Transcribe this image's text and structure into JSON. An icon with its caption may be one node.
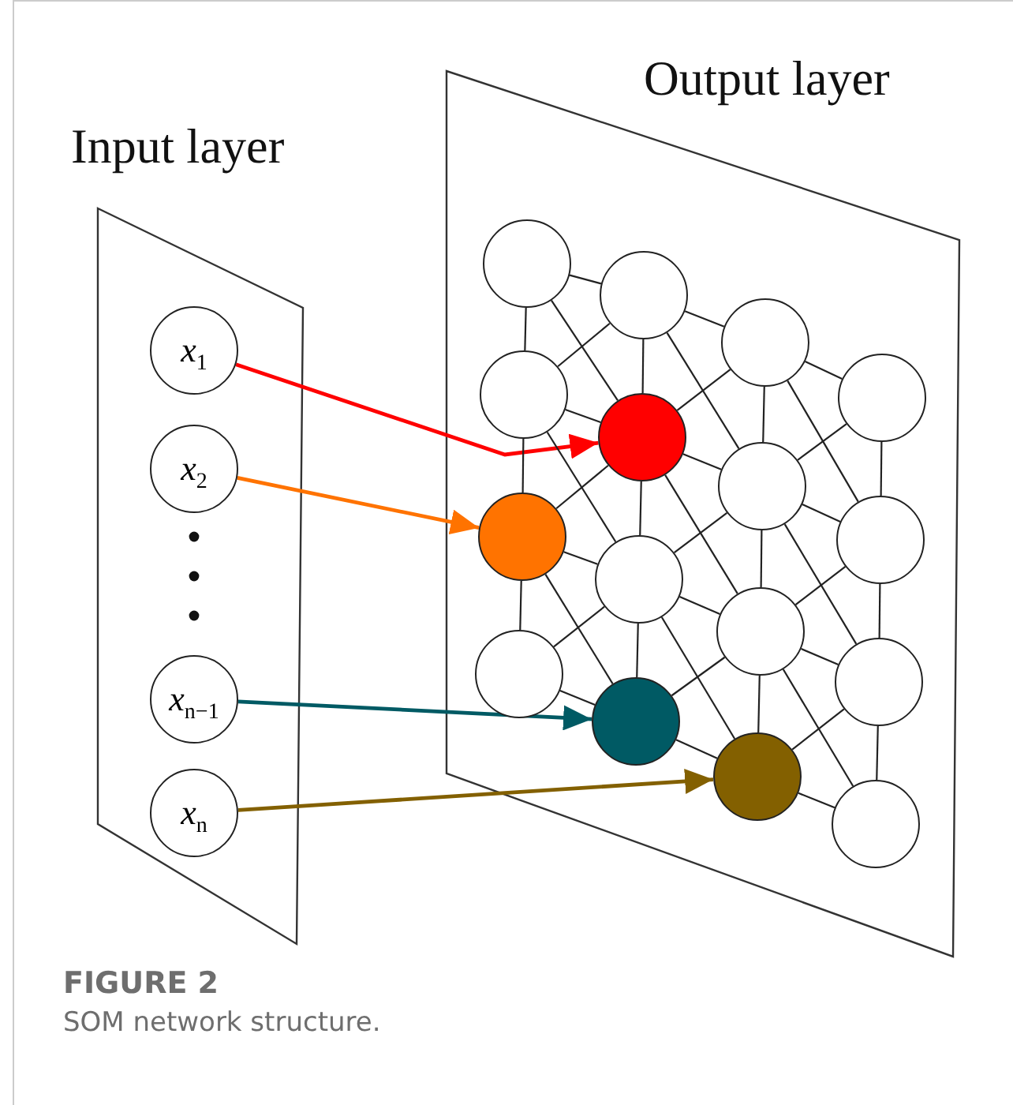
{
  "diagram": {
    "caption": "SOM network structure.",
    "nodes": [
      {
        "text": [
          "Input layer"
        ]
      },
      {
        "text": [
          "*x*$_{1}$"
        ],
        "in": 0
      },
      {
        "text": [
          "*x*$_{2}$"
        ],
        "in": 0
      },
      {
        "text": [
          "*x*$_{n−1}$"
        ],
        "in": 0
      },
      {
        "text": [
          "*x*$_{n}$"
        ],
        "in": 0
      },
      {
        "text": [
          "Output layer"
        ]
      },
      {
        "text": [],
        "shape": "circle",
        "in": 5
      },
      {
        "text": [],
        "shape": "circle",
        "in": 5
      },
      {
        "text": [],
        "shape": "circle",
        "in": 5
      },
      {
        "text": [],
        "shape": "circle",
        "in": 5
      },
      {
        "text": [],
        "shape": "circle",
        "in": 5
      },
      {
        "text": [],
        "shape": "circle",
        "in": 5
      },
      {
        "text": [],
        "shape": "circle",
        "in": 5
      },
      {
        "text": [],
        "shape": "circle",
        "in": 5
      },
      {
        "text": [],
        "shape": "circle",
        "in": 5
      },
      {
        "text": [],
        "shape": "circle",
        "in": 5
      },
      {
        "text": [],
        "shape": "circle",
        "in": 5
      },
      {
        "text": [],
        "shape": "circle",
        "in": 5
      },
      {
        "text": [],
        "shape": "circle",
        "in": 5
      },
      {
        "text": [],
        "shape": "circle",
        "in": 5
      },
      {
        "text": [],
        "shape": "circle",
        "in": 5
      },
      {
        "text": [],
        "shape": "circle",
        "in": 5
      }
    ],
    "edges": [
      {
        "from": 1,
        "to": 11,
        "arrow": "to",
        "color": "#ff0000"
      },
      {
        "from": 2,
        "to": 14,
        "arrow": "to",
        "color": "#ff7300"
      },
      {
        "from": 3,
        "to": 19,
        "arrow": "to",
        "color": "#005a64"
      },
      {
        "from": 4,
        "to": 20,
        "arrow": "to",
        "color": "#836000"
      },
      {
        "from": 6,
        "to": 10,
        "arrow": "none"
      },
      {
        "from": 10,
        "to": 14,
        "arrow": "none"
      },
      {
        "from": 14,
        "to": 18,
        "arrow": "none"
      },
      {
        "from": 7,
        "to": 11,
        "arrow": "none"
      },
      {
        "from": 11,
        "to": 15,
        "arrow": "none"
      },
      {
        "from": 15,
        "to": 19,
        "arrow": "none"
      },
      {
        "from": 8,
        "to": 12,
        "arrow": "none"
      },
      {
        "from": 12,
        "to": 16,
        "arrow": "none"
      },
      {
        "from": 16,
        "to": 20,
        "arrow": "none"
      },
      {
        "from": 9,
        "to": 13,
        "arrow": "none"
      },
      {
        "from": 13,
        "to": 17,
        "arrow": "none"
      },
      {
        "from": 17,
        "to": 21,
        "arrow": "none"
      },
      {
        "from": 6,
        "to": 7,
        "arrow": "none"
      },
      {
        "from": 7,
        "to": 8,
        "arrow": "none"
      },
      {
        "from": 8,
        "to": 9,
        "arrow": "none"
      },
      {
        "from": 10,
        "to": 11,
        "arrow": "none"
      },
      {
        "from": 11,
        "to": 12,
        "arrow": "none"
      },
      {
        "from": 12,
        "to": 13,
        "arrow": "none"
      },
      {
        "from": 14,
        "to": 15,
        "arrow": "none"
      },
      {
        "from": 15,
        "to": 16,
        "arrow": "none"
      },
      {
        "from": 16,
        "to": 17,
        "arrow": "none"
      },
      {
        "from": 18,
        "to": 19,
        "arrow": "none"
      },
      {
        "from": 19,
        "to": 20,
        "arrow": "none"
      },
      {
        "from": 20,
        "to": 21,
        "arrow": "none"
      },
      {
        "from": 10,
        "to": 7,
        "arrow": "none"
      },
      {
        "from": 11,
        "to": 8,
        "arrow": "none"
      },
      {
        "from": 12,
        "to": 9,
        "arrow": "none"
      },
      {
        "from": 14,
        "to": 11,
        "arrow": "none"
      },
      {
        "from": 15,
        "to": 12,
        "arrow": "none"
      },
      {
        "from": 16,
        "to": 13,
        "arrow": "none"
      },
      {
        "from": 18,
        "to": 15,
        "arrow": "none"
      },
      {
        "from": 19,
        "to": 16,
        "arrow": "none"
      },
      {
        "from": 20,
        "to": 17,
        "arrow": "none"
      },
      {
        "from": 6,
        "to": 11,
        "arrow": "none"
      },
      {
        "from": 7,
        "to": 12,
        "arrow": "none"
      },
      {
        "from": 8,
        "to": 13,
        "arrow": "none"
      },
      {
        "from": 10,
        "to": 15,
        "arrow": "none"
      },
      {
        "from": 11,
        "to": 16,
        "arrow": "none"
      },
      {
        "from": 12,
        "to": 17,
        "arrow": "none"
      },
      {
        "from": 14,
        "to": 19,
        "arrow": "none"
      },
      {
        "from": 15,
        "to": 20,
        "arrow": "none"
      },
      {
        "from": 16,
        "to": 21,
        "arrow": "none"
      }
    ],
    "labels": [
      "FIGURE 2"
    ]
  }
}
